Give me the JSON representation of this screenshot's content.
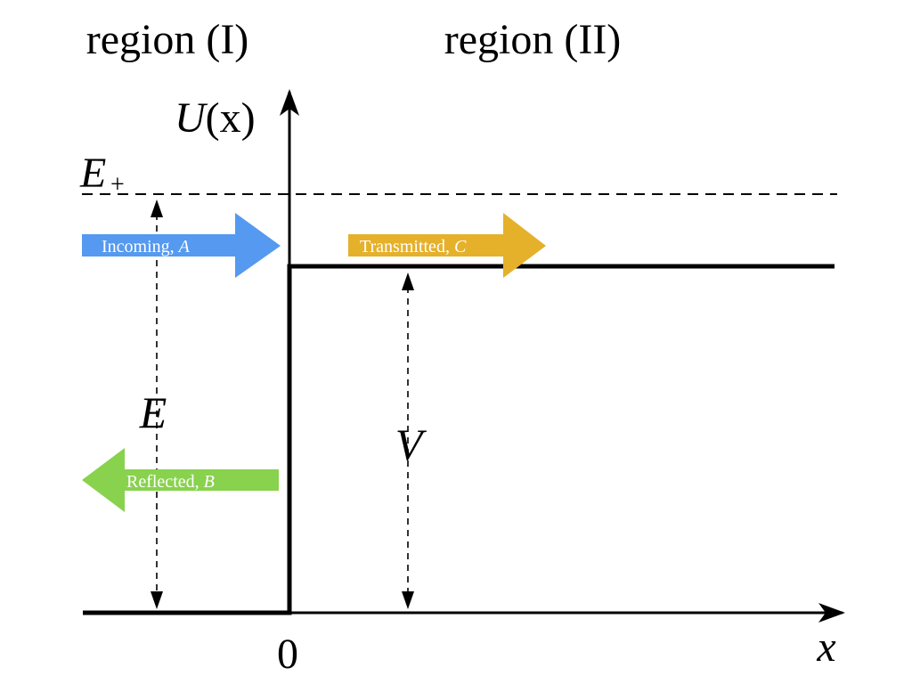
{
  "regions": {
    "left": "region (I)",
    "right": "region (II)"
  },
  "axes": {
    "y_func": "U",
    "y_arg": "(x)",
    "x": "x",
    "origin": "0"
  },
  "energy": {
    "symbol": "E",
    "sub": "+",
    "E_label": "E",
    "V_label": "V"
  },
  "arrows": {
    "incoming": {
      "text": "Incoming, ",
      "coef": "A",
      "color": "#5599f0"
    },
    "transmitted": {
      "text": "Transmitted, ",
      "coef": "C",
      "color": "#e5b12b"
    },
    "reflected": {
      "text": "Reflected, ",
      "coef": "B",
      "color": "#88d24e"
    }
  }
}
